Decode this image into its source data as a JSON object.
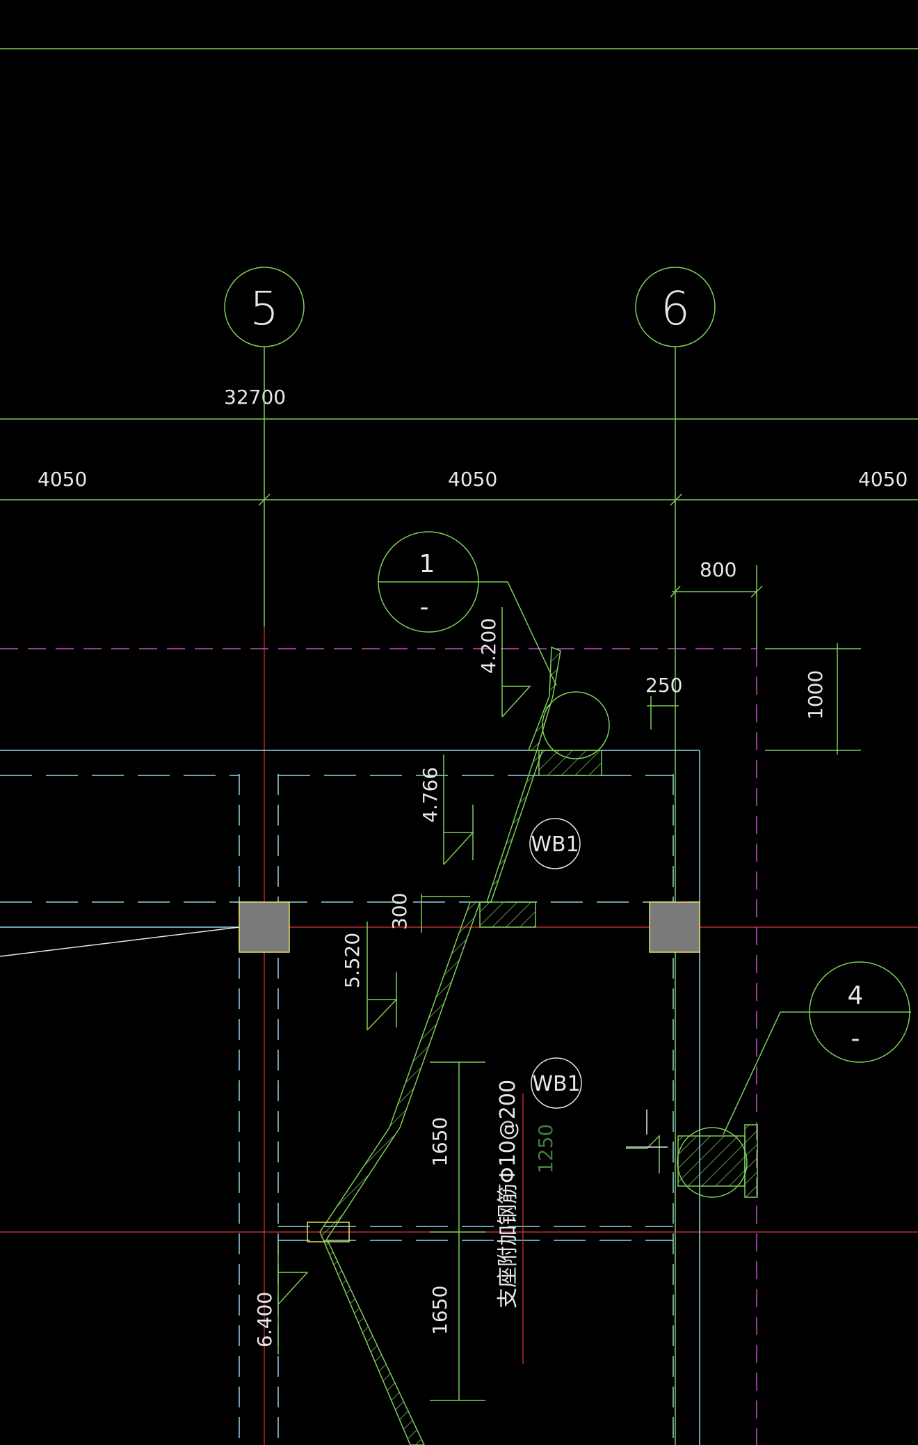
{
  "drawing": {
    "background": "#000000",
    "colors": {
      "structure_green": "#7ccf5a",
      "wall_cyan": "#8fd6e6",
      "axis_red": "#e0333a",
      "boundary_magenta": "#c050c8",
      "column_fill": "#7a7a7a",
      "column_edge": "#e8e060",
      "text": "#e8e8e8",
      "dim_dark_green": "#3f7f3f"
    },
    "axes": [
      {
        "label": "5"
      },
      {
        "label": "6"
      }
    ],
    "overall_dimension": "32700",
    "bay_dimensions": [
      "4050",
      "4050",
      "4050"
    ],
    "dimensions": {
      "offset_800": "800",
      "offset_250": "250",
      "height_1000": "1000",
      "beam_300": "300",
      "span_1650_a": "1650",
      "span_1650_b": "1650",
      "span_1250": "1250"
    },
    "elevations": [
      "4.200",
      "4.766",
      "5.520",
      "6.400"
    ],
    "section_markers": [
      {
        "number": "1",
        "sheet": "-"
      },
      {
        "number": "4",
        "sheet": "-"
      }
    ],
    "slab_tags": [
      "WB1",
      "WB1"
    ],
    "note": "支座附加钢筋Φ10@200"
  }
}
